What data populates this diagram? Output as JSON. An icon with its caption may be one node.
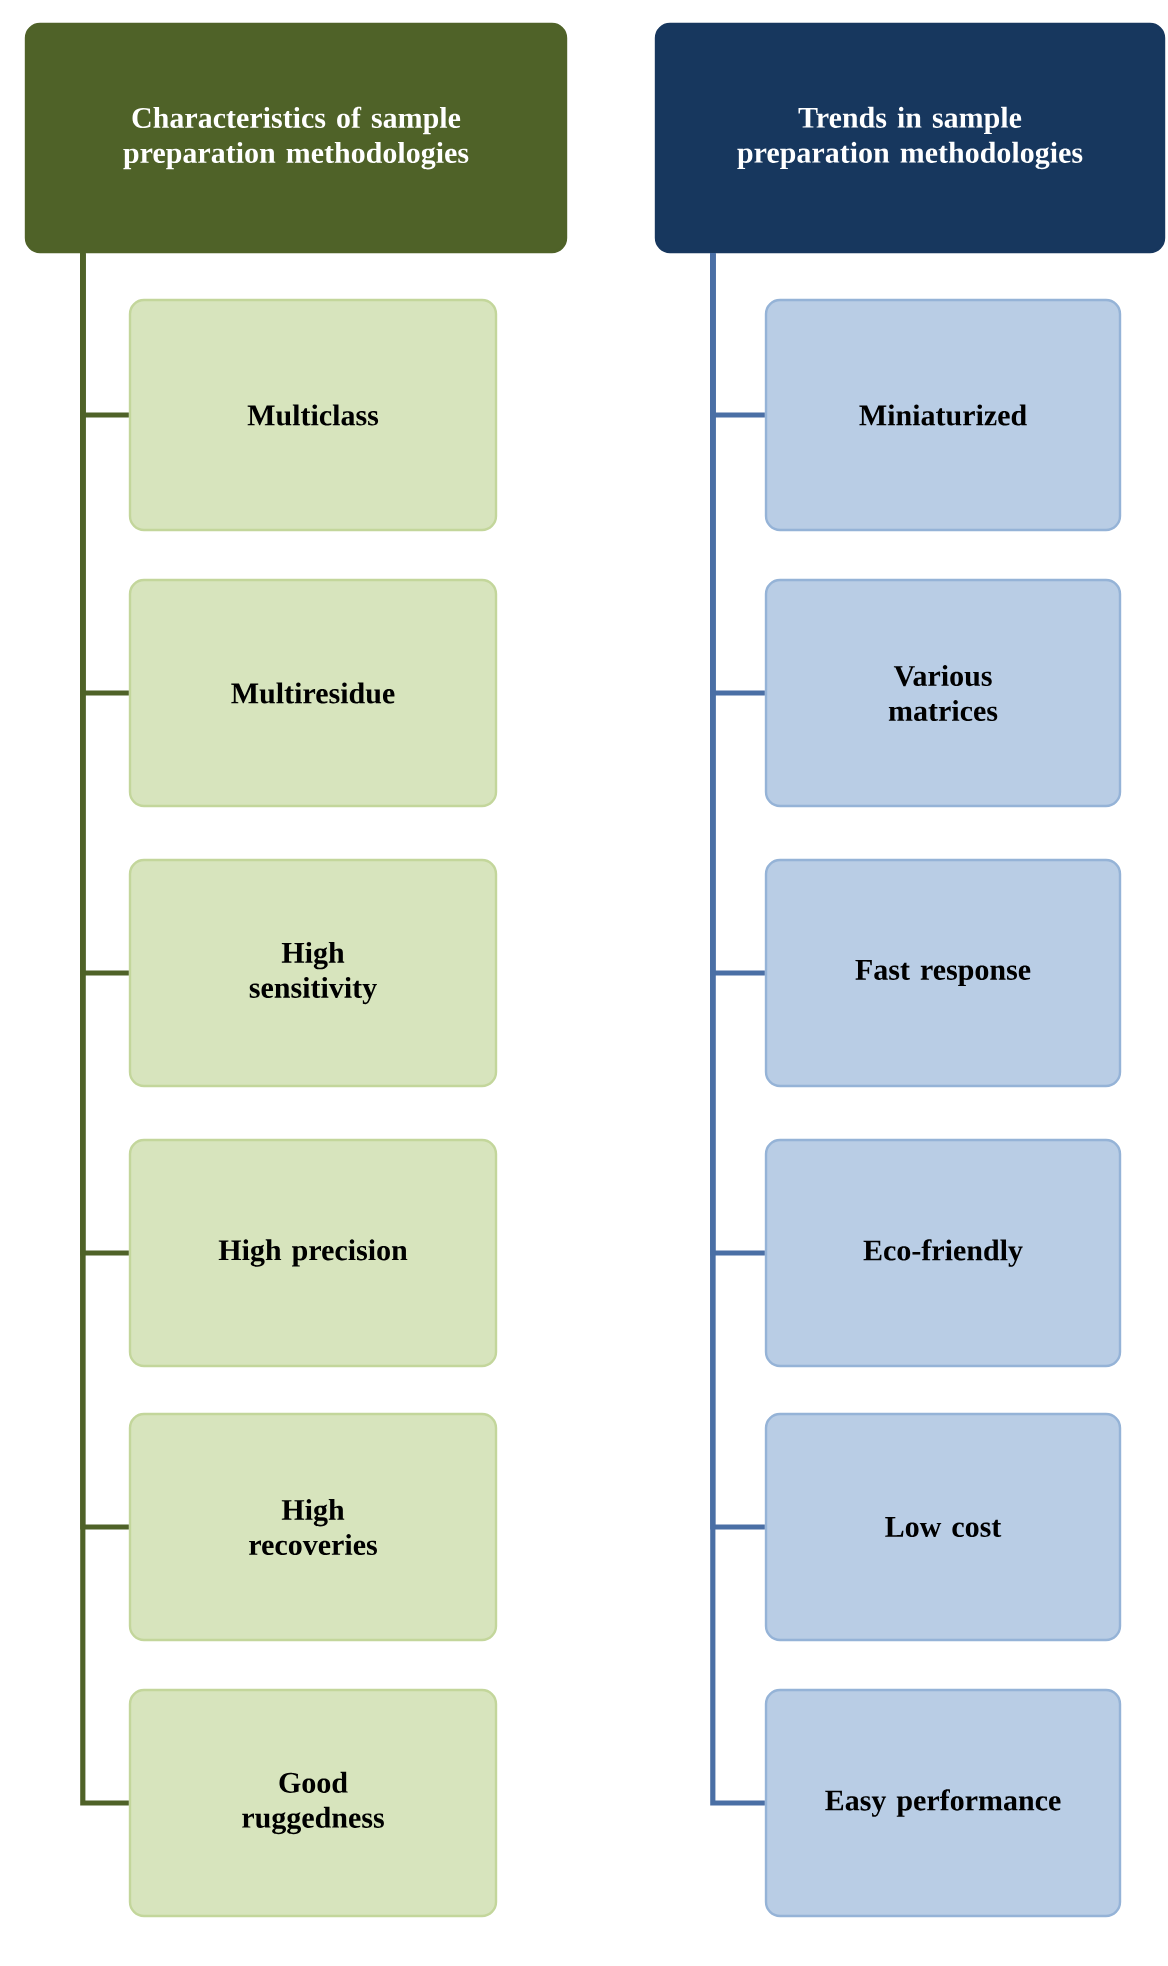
{
  "diagram": {
    "nodes": [
      {
        "text": [
          "Characteristics of sample preparation methodologies"
        ]
      },
      {
        "text": [
          "Multiclass"
        ]
      },
      {
        "text": [
          "Multiresidue"
        ]
      },
      {
        "text": [
          "High sensitivity"
        ]
      },
      {
        "text": [
          "High precision"
        ]
      },
      {
        "text": [
          "High recoveries"
        ]
      },
      {
        "text": [
          "Good ruggedness"
        ]
      },
      {
        "text": [
          "Trends in sample preparation methodologies"
        ]
      },
      {
        "text": [
          "Miniaturized"
        ]
      },
      {
        "text": [
          "Various matrices"
        ]
      },
      {
        "text": [
          "Fast response"
        ]
      },
      {
        "text": [
          "Eco-friendly"
        ]
      },
      {
        "text": [
          "Low cost"
        ]
      },
      {
        "text": [
          "Easy performance"
        ]
      }
    ],
    "edges": [
      {
        "from": 0,
        "to": 1,
        "arrow": "none"
      },
      {
        "from": 0,
        "to": 2,
        "arrow": "none"
      },
      {
        "from": 0,
        "to": 3,
        "arrow": "none"
      },
      {
        "from": 0,
        "to": 4,
        "arrow": "none"
      },
      {
        "from": 0,
        "to": 5,
        "arrow": "none"
      },
      {
        "from": 0,
        "to": 6,
        "arrow": "none"
      },
      {
        "from": 7,
        "to": 8,
        "arrow": "none",
        "color": "#4a6fa5"
      },
      {
        "from": 7,
        "to": 9,
        "arrow": "none",
        "color": "#4a6fa5"
      },
      {
        "from": 7,
        "to": 10,
        "arrow": "none",
        "color": "#4a6fa5"
      },
      {
        "from": 7,
        "to": 11,
        "arrow": "none",
        "color": "#4a6fa5"
      },
      {
        "from": 7,
        "to": 12,
        "arrow": "none",
        "color": "#4a6fa5"
      },
      {
        "from": 7,
        "to": 13,
        "arrow": "none",
        "color": "#4a6fa5"
      }
    ]
  }
}
